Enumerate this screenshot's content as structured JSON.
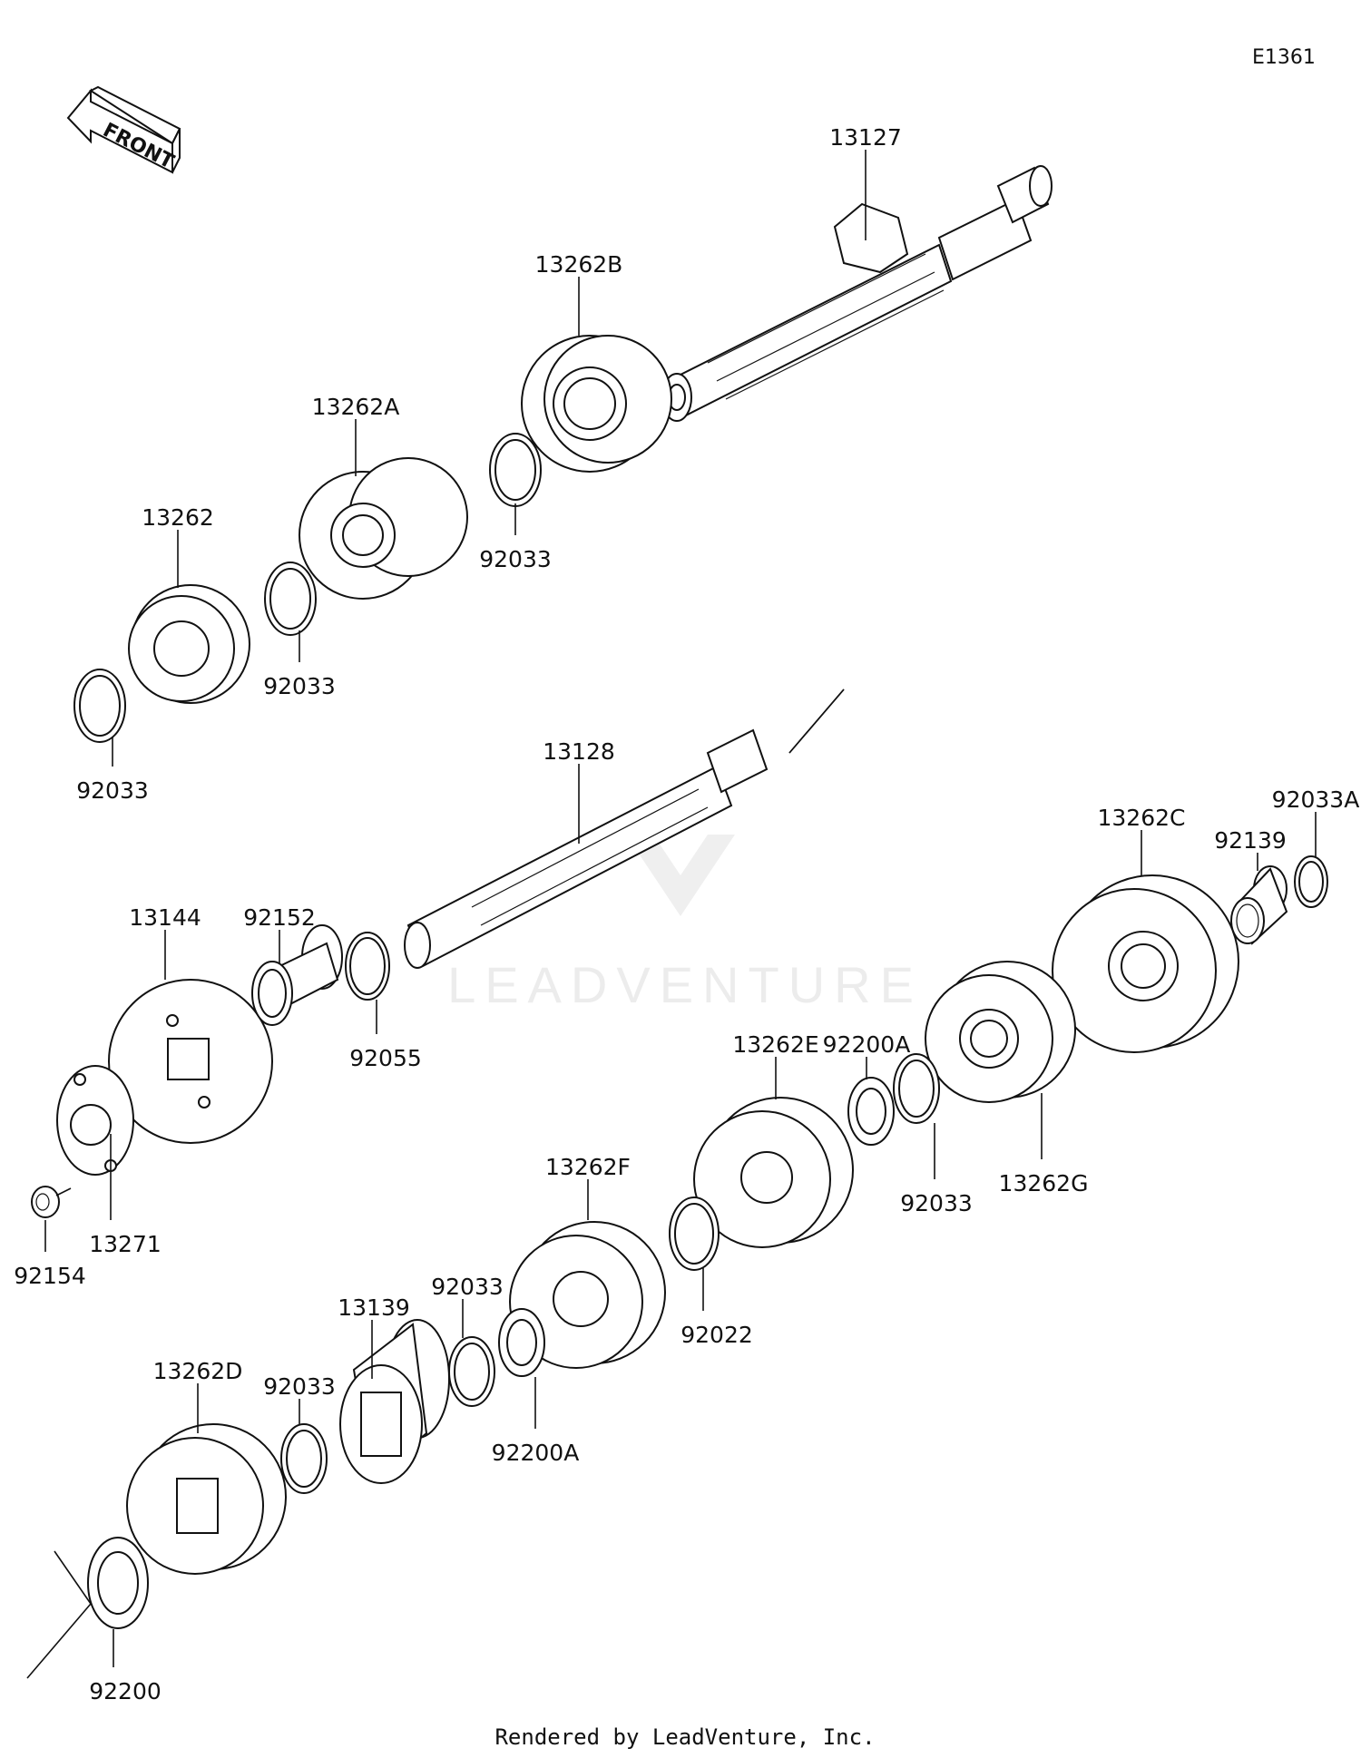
{
  "diagram_code": "E1361",
  "front_label": "FRONT",
  "watermark": "LEADVENTURE",
  "footer": "Rendered by LeadVenture, Inc.",
  "parts": [
    {
      "id": "p13127",
      "label": "13127"
    },
    {
      "id": "p13262B",
      "label": "13262B"
    },
    {
      "id": "p13262A",
      "label": "13262A"
    },
    {
      "id": "p13262",
      "label": "13262"
    },
    {
      "id": "p92033_a",
      "label": "92033"
    },
    {
      "id": "p92033_b",
      "label": "92033"
    },
    {
      "id": "p92033_c",
      "label": "92033"
    },
    {
      "id": "p13128",
      "label": "13128"
    },
    {
      "id": "p13144",
      "label": "13144"
    },
    {
      "id": "p92152",
      "label": "92152"
    },
    {
      "id": "p92055",
      "label": "92055"
    },
    {
      "id": "p13262C",
      "label": "13262C"
    },
    {
      "id": "p92139",
      "label": "92139"
    },
    {
      "id": "p92033A",
      "label": "92033A"
    },
    {
      "id": "p13262E",
      "label": "13262E"
    },
    {
      "id": "p92200A_a",
      "label": "92200A"
    },
    {
      "id": "p92033_d",
      "label": "92033"
    },
    {
      "id": "p13262G",
      "label": "13262G"
    },
    {
      "id": "p13271",
      "label": "13271"
    },
    {
      "id": "p92154",
      "label": "92154"
    },
    {
      "id": "p13262F",
      "label": "13262F"
    },
    {
      "id": "p92022",
      "label": "92022"
    },
    {
      "id": "p92033_e",
      "label": "92033"
    },
    {
      "id": "p13139",
      "label": "13139"
    },
    {
      "id": "p13262D",
      "label": "13262D"
    },
    {
      "id": "p92033_f",
      "label": "92033"
    },
    {
      "id": "p92200A_b",
      "label": "92200A"
    },
    {
      "id": "p92200",
      "label": "92200"
    }
  ]
}
